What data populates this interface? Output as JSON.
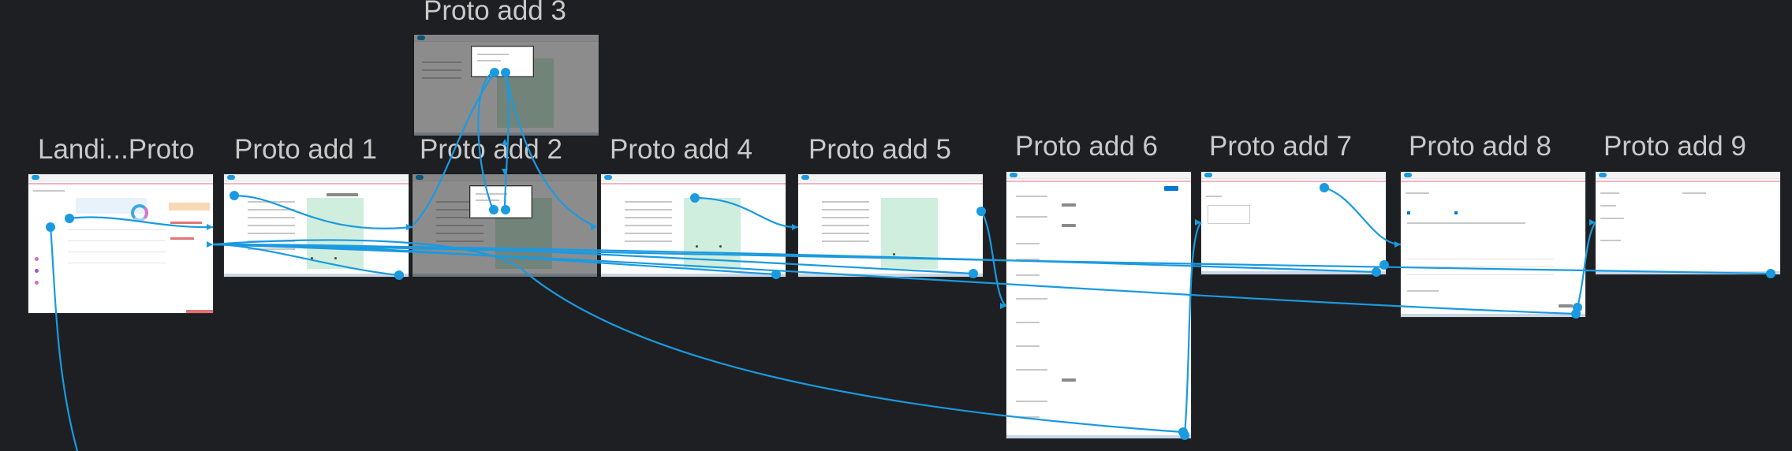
{
  "canvas": {
    "background": "#1e1f22",
    "accent": "#1a9ae0",
    "label_color": "#c9c9c9"
  },
  "frames": [
    {
      "id": "landing",
      "label": "Landi...Proto"
    },
    {
      "id": "p1",
      "label": "Proto add 1"
    },
    {
      "id": "p2",
      "label": "Proto add 2"
    },
    {
      "id": "p3",
      "label": "Proto add 3"
    },
    {
      "id": "p4",
      "label": "Proto add 4"
    },
    {
      "id": "p5",
      "label": "Proto add 5"
    },
    {
      "id": "p6",
      "label": "Proto add 6"
    },
    {
      "id": "p7",
      "label": "Proto add 7"
    },
    {
      "id": "p8",
      "label": "Proto add 8"
    },
    {
      "id": "p9",
      "label": "Proto add 9"
    }
  ],
  "connections": [
    {
      "from": "landing",
      "to": "p1"
    },
    {
      "from": "p1",
      "to": "p2"
    },
    {
      "from": "p2",
      "to": "p3"
    },
    {
      "from": "p3",
      "to": "p2"
    },
    {
      "from": "p2",
      "to": "p4"
    },
    {
      "from": "p4",
      "to": "p5"
    },
    {
      "from": "p5",
      "to": "p6"
    },
    {
      "from": "p6",
      "to": "p7"
    },
    {
      "from": "p7",
      "to": "p8"
    },
    {
      "from": "p8",
      "to": "p9"
    },
    {
      "from": "p1",
      "to": "landing"
    },
    {
      "from": "p4",
      "to": "landing"
    },
    {
      "from": "p5",
      "to": "landing"
    },
    {
      "from": "p6",
      "to": "landing"
    },
    {
      "from": "p7",
      "to": "landing"
    },
    {
      "from": "p8",
      "to": "landing"
    },
    {
      "from": "p9",
      "to": "landing"
    }
  ]
}
